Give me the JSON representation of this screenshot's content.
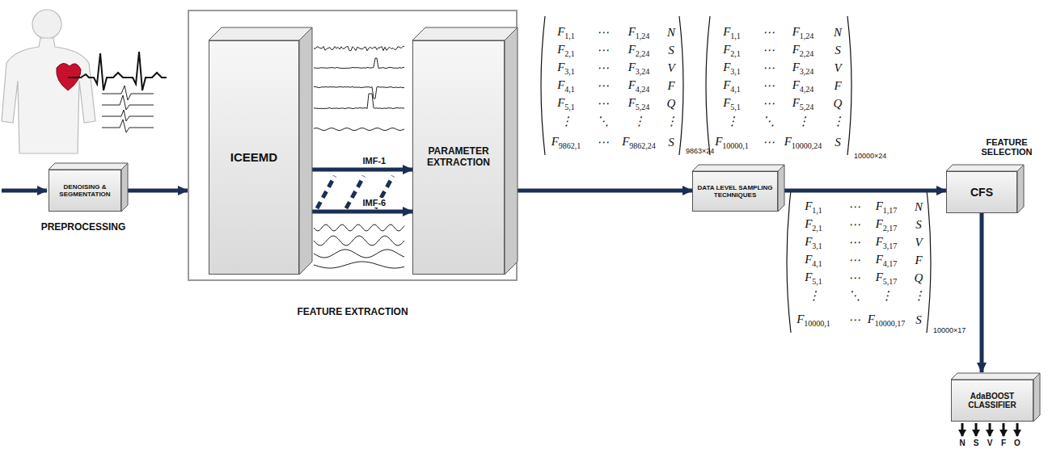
{
  "diagram": {
    "nodes": [
      {
        "text": [
          "DENOISING & SEGMENTATION",
          "PREPROCESSING"
        ]
      },
      {
        "text": [
          "FEATURE EXTRACTION"
        ]
      },
      {
        "text": [
          "ICEEMD"
        ],
        "in": 1
      },
      {
        "text": [
          "PARAMETER EXTRACTION"
        ],
        "in": 1
      },
      {
        "text": [
          "DATA LEVEL SAMPLING TECHNIQUES"
        ]
      },
      {
        "text": [
          "CFS",
          "FEATURE SELECTION"
        ]
      },
      {
        "text": [
          "AdaBOOST CLASSIFIER"
        ]
      }
    ],
    "edges": [
      {
        "from": 0,
        "to": 1,
        "arrow": "to"
      },
      {
        "from": 2,
        "to": 3,
        "label": "IMF-1",
        "arrow": "to"
      },
      {
        "from": 2,
        "to": 3,
        "label": "IMF-6",
        "arrow": "to"
      },
      {
        "from": 1,
        "to": 4,
        "arrow": "to"
      },
      {
        "from": 4,
        "to": 5,
        "arrow": "to"
      },
      {
        "from": 5,
        "to": 6,
        "arrow": "to"
      }
    ],
    "labels": [
      "F1,1",
      "⋯",
      "F1,24",
      "N",
      "F2,1",
      "⋯",
      "F2,24",
      "S",
      "F3,1",
      "⋯",
      "F3,24",
      "V",
      "F4,1",
      "⋯",
      "F4,24",
      "F",
      "F5,1",
      "⋯",
      "F5,24",
      "Q",
      "⋮",
      "⋱",
      "⋮",
      "⋮",
      "F9862,1",
      "⋯",
      "F9862,24",
      "S",
      "9863×24",
      "F1,1",
      "⋯",
      "F1,24",
      "N",
      "F2,1",
      "⋯",
      "F2,24",
      "S",
      "F3,1",
      "⋯",
      "F3,24",
      "V",
      "F4,1",
      "⋯",
      "F4,24",
      "F",
      "F5,1",
      "⋯",
      "F5,24",
      "Q",
      "⋮",
      "⋱",
      "⋮",
      "⋮",
      "F10000,1",
      "⋯",
      "F10000,24",
      "S",
      "10000×24",
      "F1,1",
      "⋯",
      "F1,17",
      "N",
      "F2,1",
      "⋯",
      "F2,17",
      "S",
      "F3,1",
      "⋯",
      "F3,17",
      "V",
      "F4,1",
      "⋯",
      "F4,17",
      "F",
      "F5,1",
      "⋯",
      "F5,17",
      "Q",
      "⋮",
      "⋱",
      "⋮",
      "⋮",
      "F10000,1",
      "⋯",
      "F10000,17",
      "S",
      "10000×17",
      "N",
      "S",
      "V",
      "F",
      "O"
    ]
  }
}
